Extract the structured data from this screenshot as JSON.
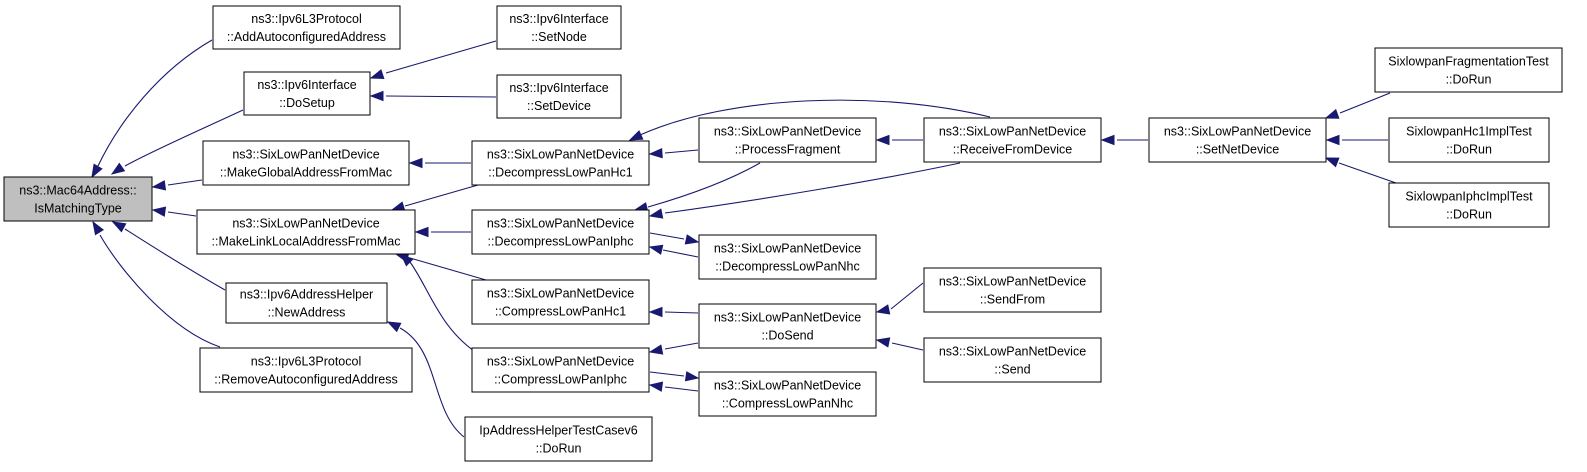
{
  "colors": {
    "edge": "#191970",
    "root_fill": "#bfbfbf",
    "node_fill": "#ffffff",
    "node_border": "#000000"
  },
  "nodes": [
    {
      "id": "root",
      "lines": [
        "ns3::Mac64Address::",
        "IsMatchingType"
      ]
    },
    {
      "id": "addautoconf",
      "lines": [
        "ns3::Ipv6L3Protocol",
        "::AddAutoconfiguredAddress"
      ]
    },
    {
      "id": "dosetup",
      "lines": [
        "ns3::Ipv6Interface",
        "::DoSetup"
      ]
    },
    {
      "id": "setnode",
      "lines": [
        "ns3::Ipv6Interface",
        "::SetNode"
      ]
    },
    {
      "id": "setdevice",
      "lines": [
        "ns3::Ipv6Interface",
        "::SetDevice"
      ]
    },
    {
      "id": "makeglobal",
      "lines": [
        "ns3::SixLowPanNetDevice",
        "::MakeGlobalAddressFromMac"
      ]
    },
    {
      "id": "makelinklocal",
      "lines": [
        "ns3::SixLowPanNetDevice",
        "::MakeLinkLocalAddressFromMac"
      ]
    },
    {
      "id": "newaddress",
      "lines": [
        "ns3::Ipv6AddressHelper",
        "::NewAddress"
      ]
    },
    {
      "id": "removeautoconf",
      "lines": [
        "ns3::Ipv6L3Protocol",
        "::RemoveAutoconfiguredAddress"
      ]
    },
    {
      "id": "iptest",
      "lines": [
        "IpAddressHelperTestCasev6",
        "::DoRun"
      ]
    },
    {
      "id": "dechc1",
      "lines": [
        "ns3::SixLowPanNetDevice",
        "::DecompressLowPanHc1"
      ]
    },
    {
      "id": "deciphc",
      "lines": [
        "ns3::SixLowPanNetDevice",
        "::DecompressLowPanIphc"
      ]
    },
    {
      "id": "comphc1",
      "lines": [
        "ns3::SixLowPanNetDevice",
        "::CompressLowPanHc1"
      ]
    },
    {
      "id": "compiphc",
      "lines": [
        "ns3::SixLowPanNetDevice",
        "::CompressLowPanIphc"
      ]
    },
    {
      "id": "processfrag",
      "lines": [
        "ns3::SixLowPanNetDevice",
        "::ProcessFragment"
      ]
    },
    {
      "id": "decnhc",
      "lines": [
        "ns3::SixLowPanNetDevice",
        "::DecompressLowPanNhc"
      ]
    },
    {
      "id": "dosend",
      "lines": [
        "ns3::SixLowPanNetDevice",
        "::DoSend"
      ]
    },
    {
      "id": "compnhc",
      "lines": [
        "ns3::SixLowPanNetDevice",
        "::CompressLowPanNhc"
      ]
    },
    {
      "id": "receivefrom",
      "lines": [
        "ns3::SixLowPanNetDevice",
        "::ReceiveFromDevice"
      ]
    },
    {
      "id": "sendfrom",
      "lines": [
        "ns3::SixLowPanNetDevice",
        "::SendFrom"
      ]
    },
    {
      "id": "send",
      "lines": [
        "ns3::SixLowPanNetDevice",
        "::Send"
      ]
    },
    {
      "id": "setnetdevice",
      "lines": [
        "ns3::SixLowPanNetDevice",
        "::SetNetDevice"
      ]
    },
    {
      "id": "fragtest",
      "lines": [
        "SixlowpanFragmentationTest",
        "::DoRun"
      ]
    },
    {
      "id": "hc1test",
      "lines": [
        "SixlowpanHc1ImplTest",
        "::DoRun"
      ]
    },
    {
      "id": "iphctest",
      "lines": [
        "SixlowpanIphcImplTest",
        "::DoRun"
      ]
    }
  ],
  "edges": [
    [
      "addautoconf",
      "root"
    ],
    [
      "dosetup",
      "root"
    ],
    [
      "makeglobal",
      "root"
    ],
    [
      "makelinklocal",
      "root"
    ],
    [
      "newaddress",
      "root"
    ],
    [
      "removeautoconf",
      "root"
    ],
    [
      "setnode",
      "dosetup"
    ],
    [
      "setdevice",
      "dosetup"
    ],
    [
      "dechc1",
      "makeglobal"
    ],
    [
      "dechc1",
      "makelinklocal"
    ],
    [
      "deciphc",
      "makelinklocal"
    ],
    [
      "comphc1",
      "makelinklocal"
    ],
    [
      "compiphc",
      "makelinklocal"
    ],
    [
      "iptest",
      "newaddress"
    ],
    [
      "processfrag",
      "dechc1"
    ],
    [
      "receivefrom",
      "dechc1"
    ],
    [
      "processfrag",
      "deciphc"
    ],
    [
      "receivefrom",
      "deciphc"
    ],
    [
      "decnhc",
      "deciphc"
    ],
    [
      "deciphc",
      "decnhc"
    ],
    [
      "dosend",
      "comphc1"
    ],
    [
      "dosend",
      "compiphc"
    ],
    [
      "compnhc",
      "compiphc"
    ],
    [
      "compiphc",
      "compnhc"
    ],
    [
      "receivefrom",
      "processfrag"
    ],
    [
      "sendfrom",
      "dosend"
    ],
    [
      "send",
      "dosend"
    ],
    [
      "setnetdevice",
      "receivefrom"
    ],
    [
      "fragtest",
      "setnetdevice"
    ],
    [
      "hc1test",
      "setnetdevice"
    ],
    [
      "iphctest",
      "setnetdevice"
    ]
  ]
}
